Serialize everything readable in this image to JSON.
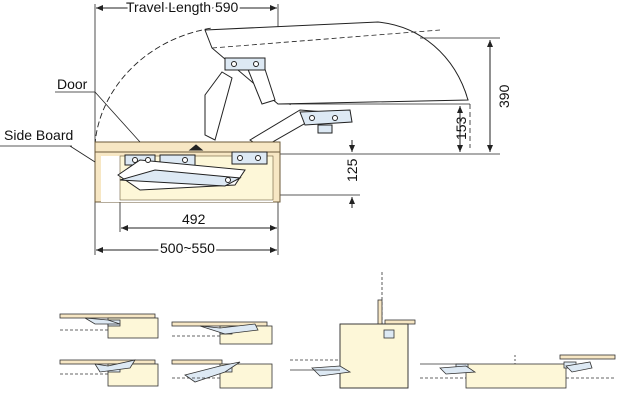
{
  "labels": {
    "travel_length": "Travel Length 590",
    "door": "Door",
    "side_board": "Side Board",
    "height_390": "390",
    "height_153": "153",
    "height_125": "125",
    "width_492": "492",
    "width_500_550": "500~550"
  },
  "colors": {
    "board_fill": "#f7e7c4",
    "board_stroke": "#6b5a3a",
    "cabinet_fill": "#fdf7d8",
    "hardware_fill": "#dde9f4",
    "line": "#222222"
  }
}
